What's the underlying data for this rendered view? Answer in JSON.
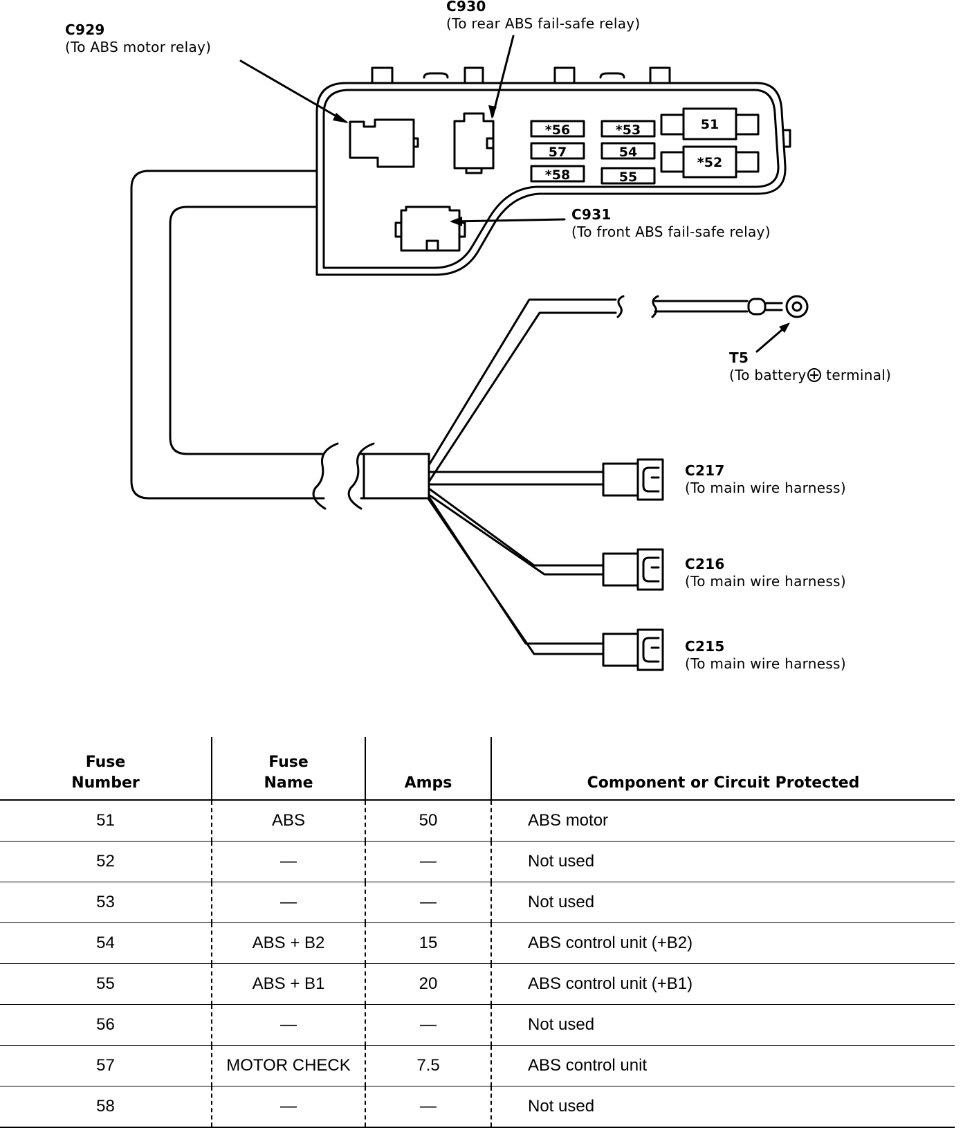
{
  "connectors": {
    "c929": {
      "code": "C929",
      "desc": "(To ABS motor relay)"
    },
    "c930": {
      "code": "C930",
      "desc": "(To rear ABS fail-safe relay)"
    },
    "c931": {
      "code": "C931",
      "desc": "(To front ABS fail-safe relay)"
    },
    "t5": {
      "code": "T5",
      "desc_before": "(To battery",
      "desc_after": " terminal)"
    },
    "c217": {
      "code": "C217",
      "desc": "(To main wire harness)"
    },
    "c216": {
      "code": "C216",
      "desc": "(To main wire harness)"
    },
    "c215": {
      "code": "C215",
      "desc": "(To main wire harness)"
    }
  },
  "fuse_labels": {
    "f56": "*56",
    "f57": "57",
    "f58": "*58",
    "f53": "*53",
    "f54": "54",
    "f55": "55",
    "f51": "51",
    "f52": "*52"
  },
  "table": {
    "headers": {
      "number_line1": "Fuse",
      "number_line2": "Number",
      "name_line1": "Fuse",
      "name_line2": "Name",
      "amps": "Amps",
      "circuit": "Component or Circuit Protected"
    },
    "rows": [
      {
        "number": "51",
        "name": "ABS",
        "amps": "50",
        "circuit": "ABS motor"
      },
      {
        "number": "52",
        "name": "—",
        "amps": "—",
        "circuit": "Not used"
      },
      {
        "number": "53",
        "name": "—",
        "amps": "—",
        "circuit": "Not used"
      },
      {
        "number": "54",
        "name": "ABS + B2",
        "amps": "15",
        "circuit": "ABS control unit (+B2)"
      },
      {
        "number": "55",
        "name": "ABS + B1",
        "amps": "20",
        "circuit": "ABS control unit (+B1)"
      },
      {
        "number": "56",
        "name": "—",
        "amps": "—",
        "circuit": "Not used"
      },
      {
        "number": "57",
        "name": "MOTOR CHECK",
        "amps": "7.5",
        "circuit": "ABS control unit"
      },
      {
        "number": "58",
        "name": "—",
        "amps": "—",
        "circuit": "Not used"
      }
    ]
  }
}
